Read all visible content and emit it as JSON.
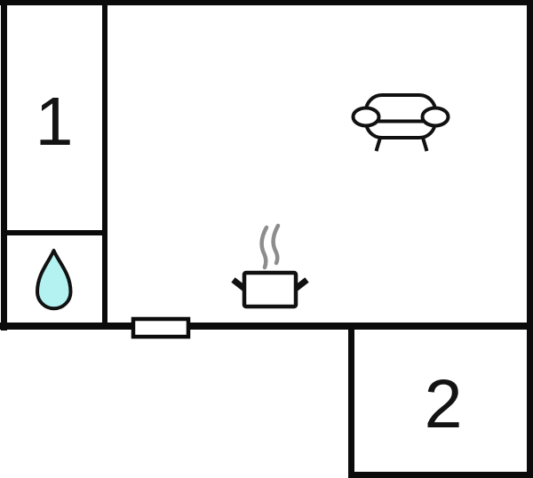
{
  "page": {
    "type": "floor-plan",
    "background": "#ffffff"
  },
  "colors": {
    "wall": "#0b0b0b",
    "outline": "#111111",
    "steam": "#8d8d8d",
    "water_fill": "#b4f1f1",
    "white": "#ffffff"
  },
  "rooms": [
    {
      "id": "room-1",
      "label": "1"
    },
    {
      "id": "room-2",
      "label": "2"
    }
  ],
  "icons": {
    "water_drop": "water-drop-icon",
    "sofa": "sofa-icon",
    "cooking_pot": "cooking-pot-icon",
    "steam": "steam-icon",
    "door": "door-window"
  }
}
